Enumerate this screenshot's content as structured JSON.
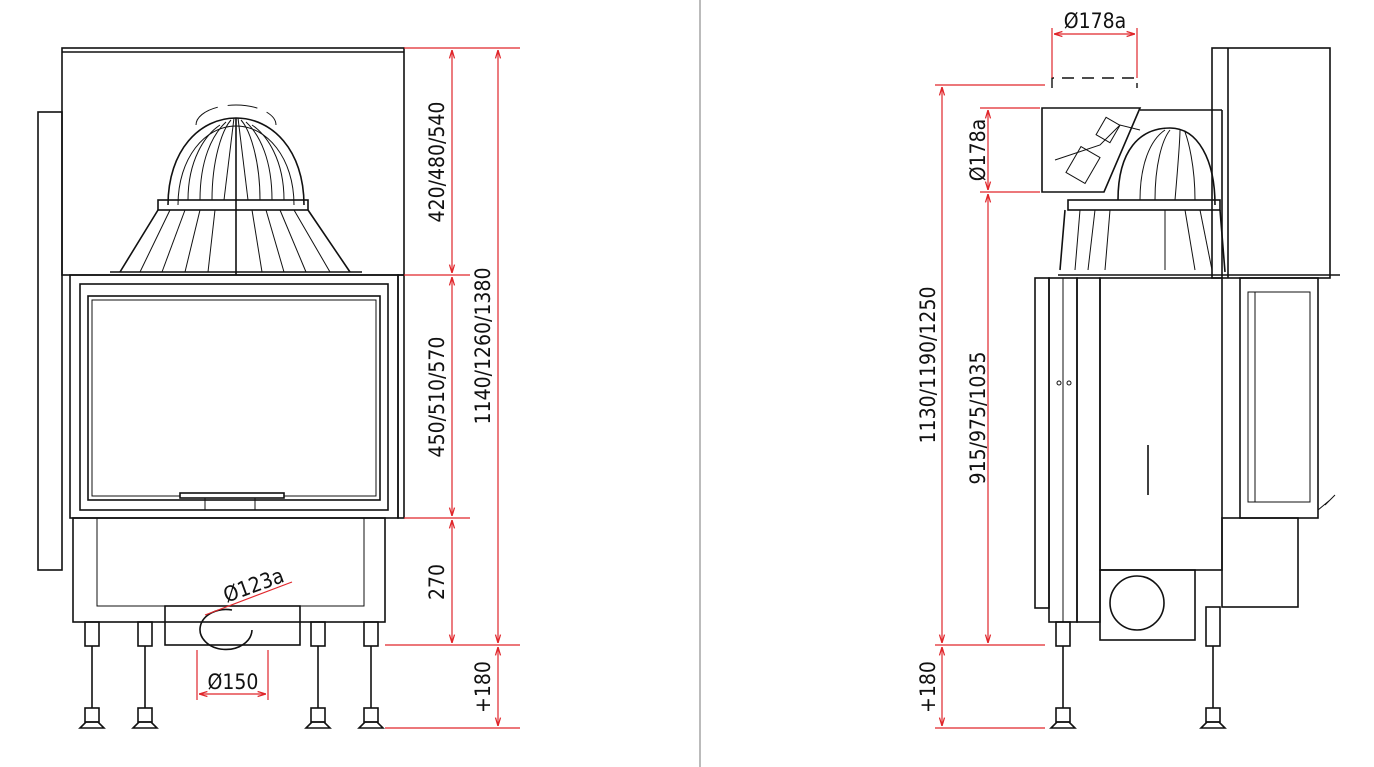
{
  "front_view": {
    "dim_hood": "420/480/540",
    "dim_door": "450/510/570",
    "dim_base": "270",
    "dim_total": "1140/1260/1380",
    "dim_legs": "+180",
    "dia_outlet_angle": "Ø123a",
    "dia_bottom": "Ø150"
  },
  "side_view": {
    "dia_top": "Ø178a",
    "dia_side": "Ø178a",
    "dim_total": "1130/1190/1250",
    "dim_body": "915/975/1035",
    "dim_legs": "+180"
  },
  "colors": {
    "dimension": "#e0262b",
    "outline": "#111111",
    "divider": "#bbbbbb"
  }
}
